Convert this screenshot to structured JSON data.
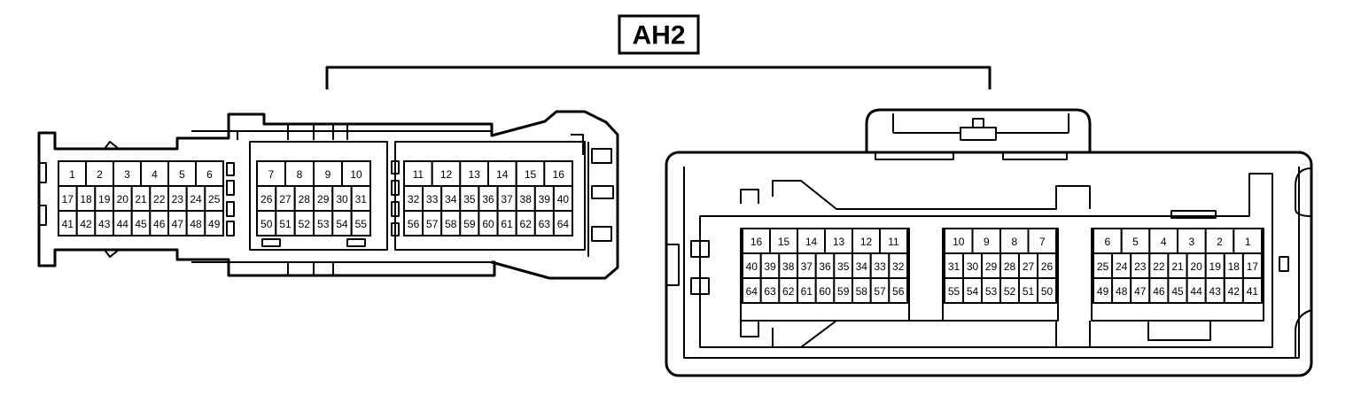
{
  "title": "AH2",
  "connectors": [
    {
      "name": "left-connector",
      "blocks": [
        {
          "rows": [
            [
              "1",
              "2",
              "3",
              "4",
              "5",
              "6"
            ],
            [
              "17",
              "18",
              "19",
              "20",
              "21",
              "22",
              "23",
              "24",
              "25"
            ],
            [
              "41",
              "42",
              "43",
              "44",
              "45",
              "46",
              "47",
              "48",
              "49"
            ]
          ]
        },
        {
          "rows": [
            [
              "7",
              "8",
              "9",
              "10"
            ],
            [
              "26",
              "27",
              "28",
              "29",
              "30",
              "31"
            ],
            [
              "50",
              "51",
              "52",
              "53",
              "54",
              "55"
            ]
          ]
        },
        {
          "rows": [
            [
              "11",
              "12",
              "13",
              "14",
              "15",
              "16"
            ],
            [
              "32",
              "33",
              "34",
              "35",
              "36",
              "37",
              "38",
              "39",
              "40"
            ],
            [
              "56",
              "57",
              "58",
              "59",
              "60",
              "61",
              "62",
              "63",
              "64"
            ]
          ]
        }
      ]
    },
    {
      "name": "right-connector",
      "blocks": [
        {
          "rows": [
            [
              "16",
              "15",
              "14",
              "13",
              "12",
              "11"
            ],
            [
              "40",
              "39",
              "38",
              "37",
              "36",
              "35",
              "34",
              "33",
              "32"
            ],
            [
              "64",
              "63",
              "62",
              "61",
              "60",
              "59",
              "58",
              "57",
              "56"
            ]
          ]
        },
        {
          "rows": [
            [
              "10",
              "9",
              "8",
              "7"
            ],
            [
              "31",
              "30",
              "29",
              "28",
              "27",
              "26"
            ],
            [
              "55",
              "54",
              "53",
              "52",
              "51",
              "50"
            ]
          ]
        },
        {
          "rows": [
            [
              "6",
              "5",
              "4",
              "3",
              "2",
              "1"
            ],
            [
              "25",
              "24",
              "23",
              "22",
              "21",
              "20",
              "19",
              "18",
              "17"
            ],
            [
              "49",
              "48",
              "47",
              "46",
              "45",
              "44",
              "43",
              "42",
              "41"
            ]
          ]
        }
      ]
    }
  ]
}
